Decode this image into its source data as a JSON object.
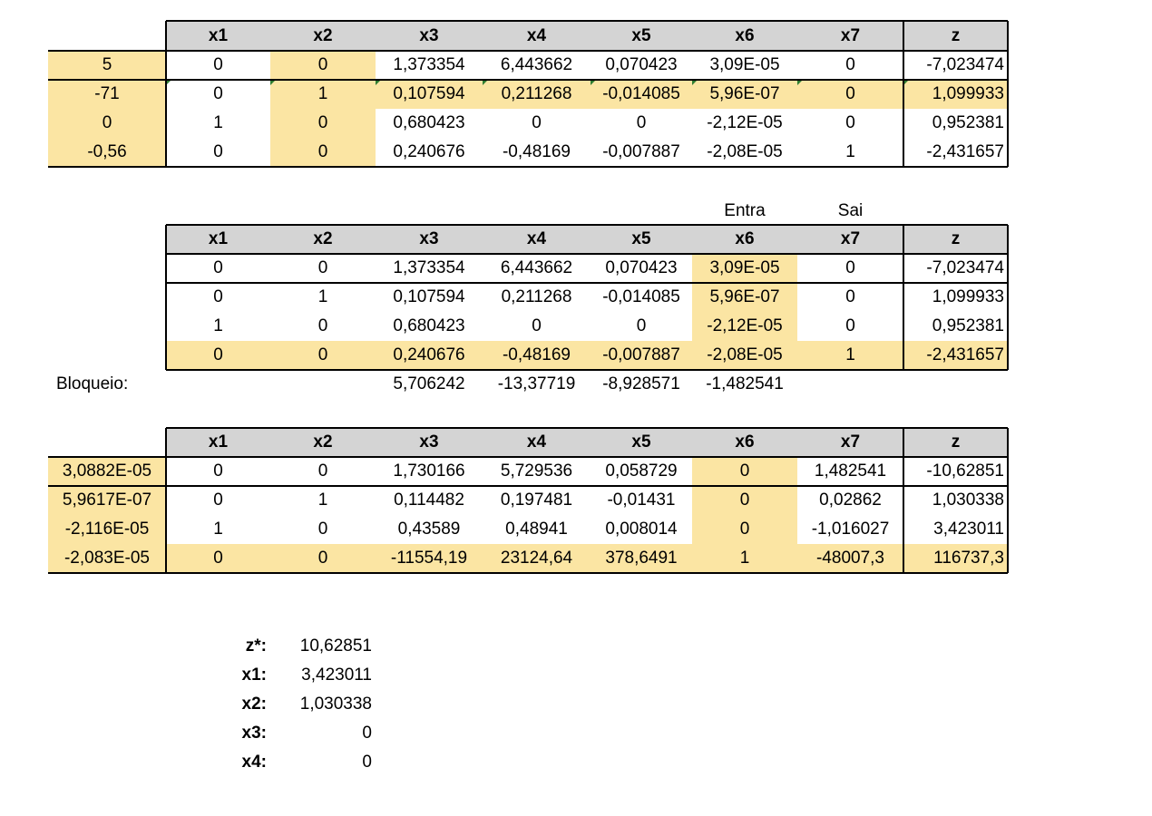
{
  "tableau_1": {
    "headers": [
      "x1",
      "x2",
      "x3",
      "x4",
      "x5",
      "x6",
      "x7",
      "z"
    ],
    "row_labels": [
      "5",
      "-71",
      "0",
      "-0,56"
    ],
    "rows": [
      [
        "0",
        "0",
        "1,373354",
        "6,443662",
        "0,070423",
        "3,09E-05",
        "0",
        "-7,023474"
      ],
      [
        "0",
        "1",
        "0,107594",
        "0,211268",
        "-0,014085",
        "5,96E-07",
        "0",
        "1,099933"
      ],
      [
        "1",
        "0",
        "0,680423",
        "0",
        "0",
        "-2,12E-05",
        "0",
        "0,952381"
      ],
      [
        "0",
        "0",
        "0,240676",
        "-0,48169",
        "-0,007887",
        "-2,08E-05",
        "1",
        "-2,431657"
      ]
    ]
  },
  "tableau_2": {
    "entra_label": "Entra",
    "sai_label": "Sai",
    "headers": [
      "x1",
      "x2",
      "x3",
      "x4",
      "x5",
      "x6",
      "x7",
      "z"
    ],
    "rows": [
      [
        "0",
        "0",
        "1,373354",
        "6,443662",
        "0,070423",
        "3,09E-05",
        "0",
        "-7,023474"
      ],
      [
        "0",
        "1",
        "0,107594",
        "0,211268",
        "-0,014085",
        "5,96E-07",
        "0",
        "1,099933"
      ],
      [
        "1",
        "0",
        "0,680423",
        "0",
        "0",
        "-2,12E-05",
        "0",
        "0,952381"
      ],
      [
        "0",
        "0",
        "0,240676",
        "-0,48169",
        "-0,007887",
        "-2,08E-05",
        "1",
        "-2,431657"
      ]
    ],
    "bloqueio_label": "Bloqueio:",
    "bloqueio_values": [
      "5,706242",
      "-13,37719",
      "-8,928571",
      "-1,482541"
    ]
  },
  "tableau_3": {
    "headers": [
      "x1",
      "x2",
      "x3",
      "x4",
      "x5",
      "x6",
      "x7",
      "z"
    ],
    "row_labels": [
      "3,0882E-05",
      "5,9617E-07",
      "-2,116E-05",
      "-2,083E-05"
    ],
    "rows": [
      [
        "0",
        "0",
        "1,730166",
        "5,729536",
        "0,058729",
        "0",
        "1,482541",
        "-10,62851"
      ],
      [
        "0",
        "1",
        "0,114482",
        "0,197481",
        "-0,01431",
        "0",
        "0,02862",
        "1,030338"
      ],
      [
        "1",
        "0",
        "0,43589",
        "0,48941",
        "0,008014",
        "0",
        "-1,016027",
        "3,423011"
      ],
      [
        "0",
        "0",
        "-11554,19",
        "23124,64",
        "378,6491",
        "1",
        "-48007,3",
        "116737,3"
      ]
    ]
  },
  "solution": {
    "items": [
      {
        "label": "z*:",
        "value": "10,62851"
      },
      {
        "label": "x1:",
        "value": "3,423011"
      },
      {
        "label": "x2:",
        "value": "1,030338"
      },
      {
        "label": "x3:",
        "value": "0"
      },
      {
        "label": "x4:",
        "value": "0"
      }
    ]
  },
  "colors": {
    "header_gray": "#d4d4d4",
    "highlight": "#fbe5a3",
    "comment_marker": "#2f7d32"
  }
}
